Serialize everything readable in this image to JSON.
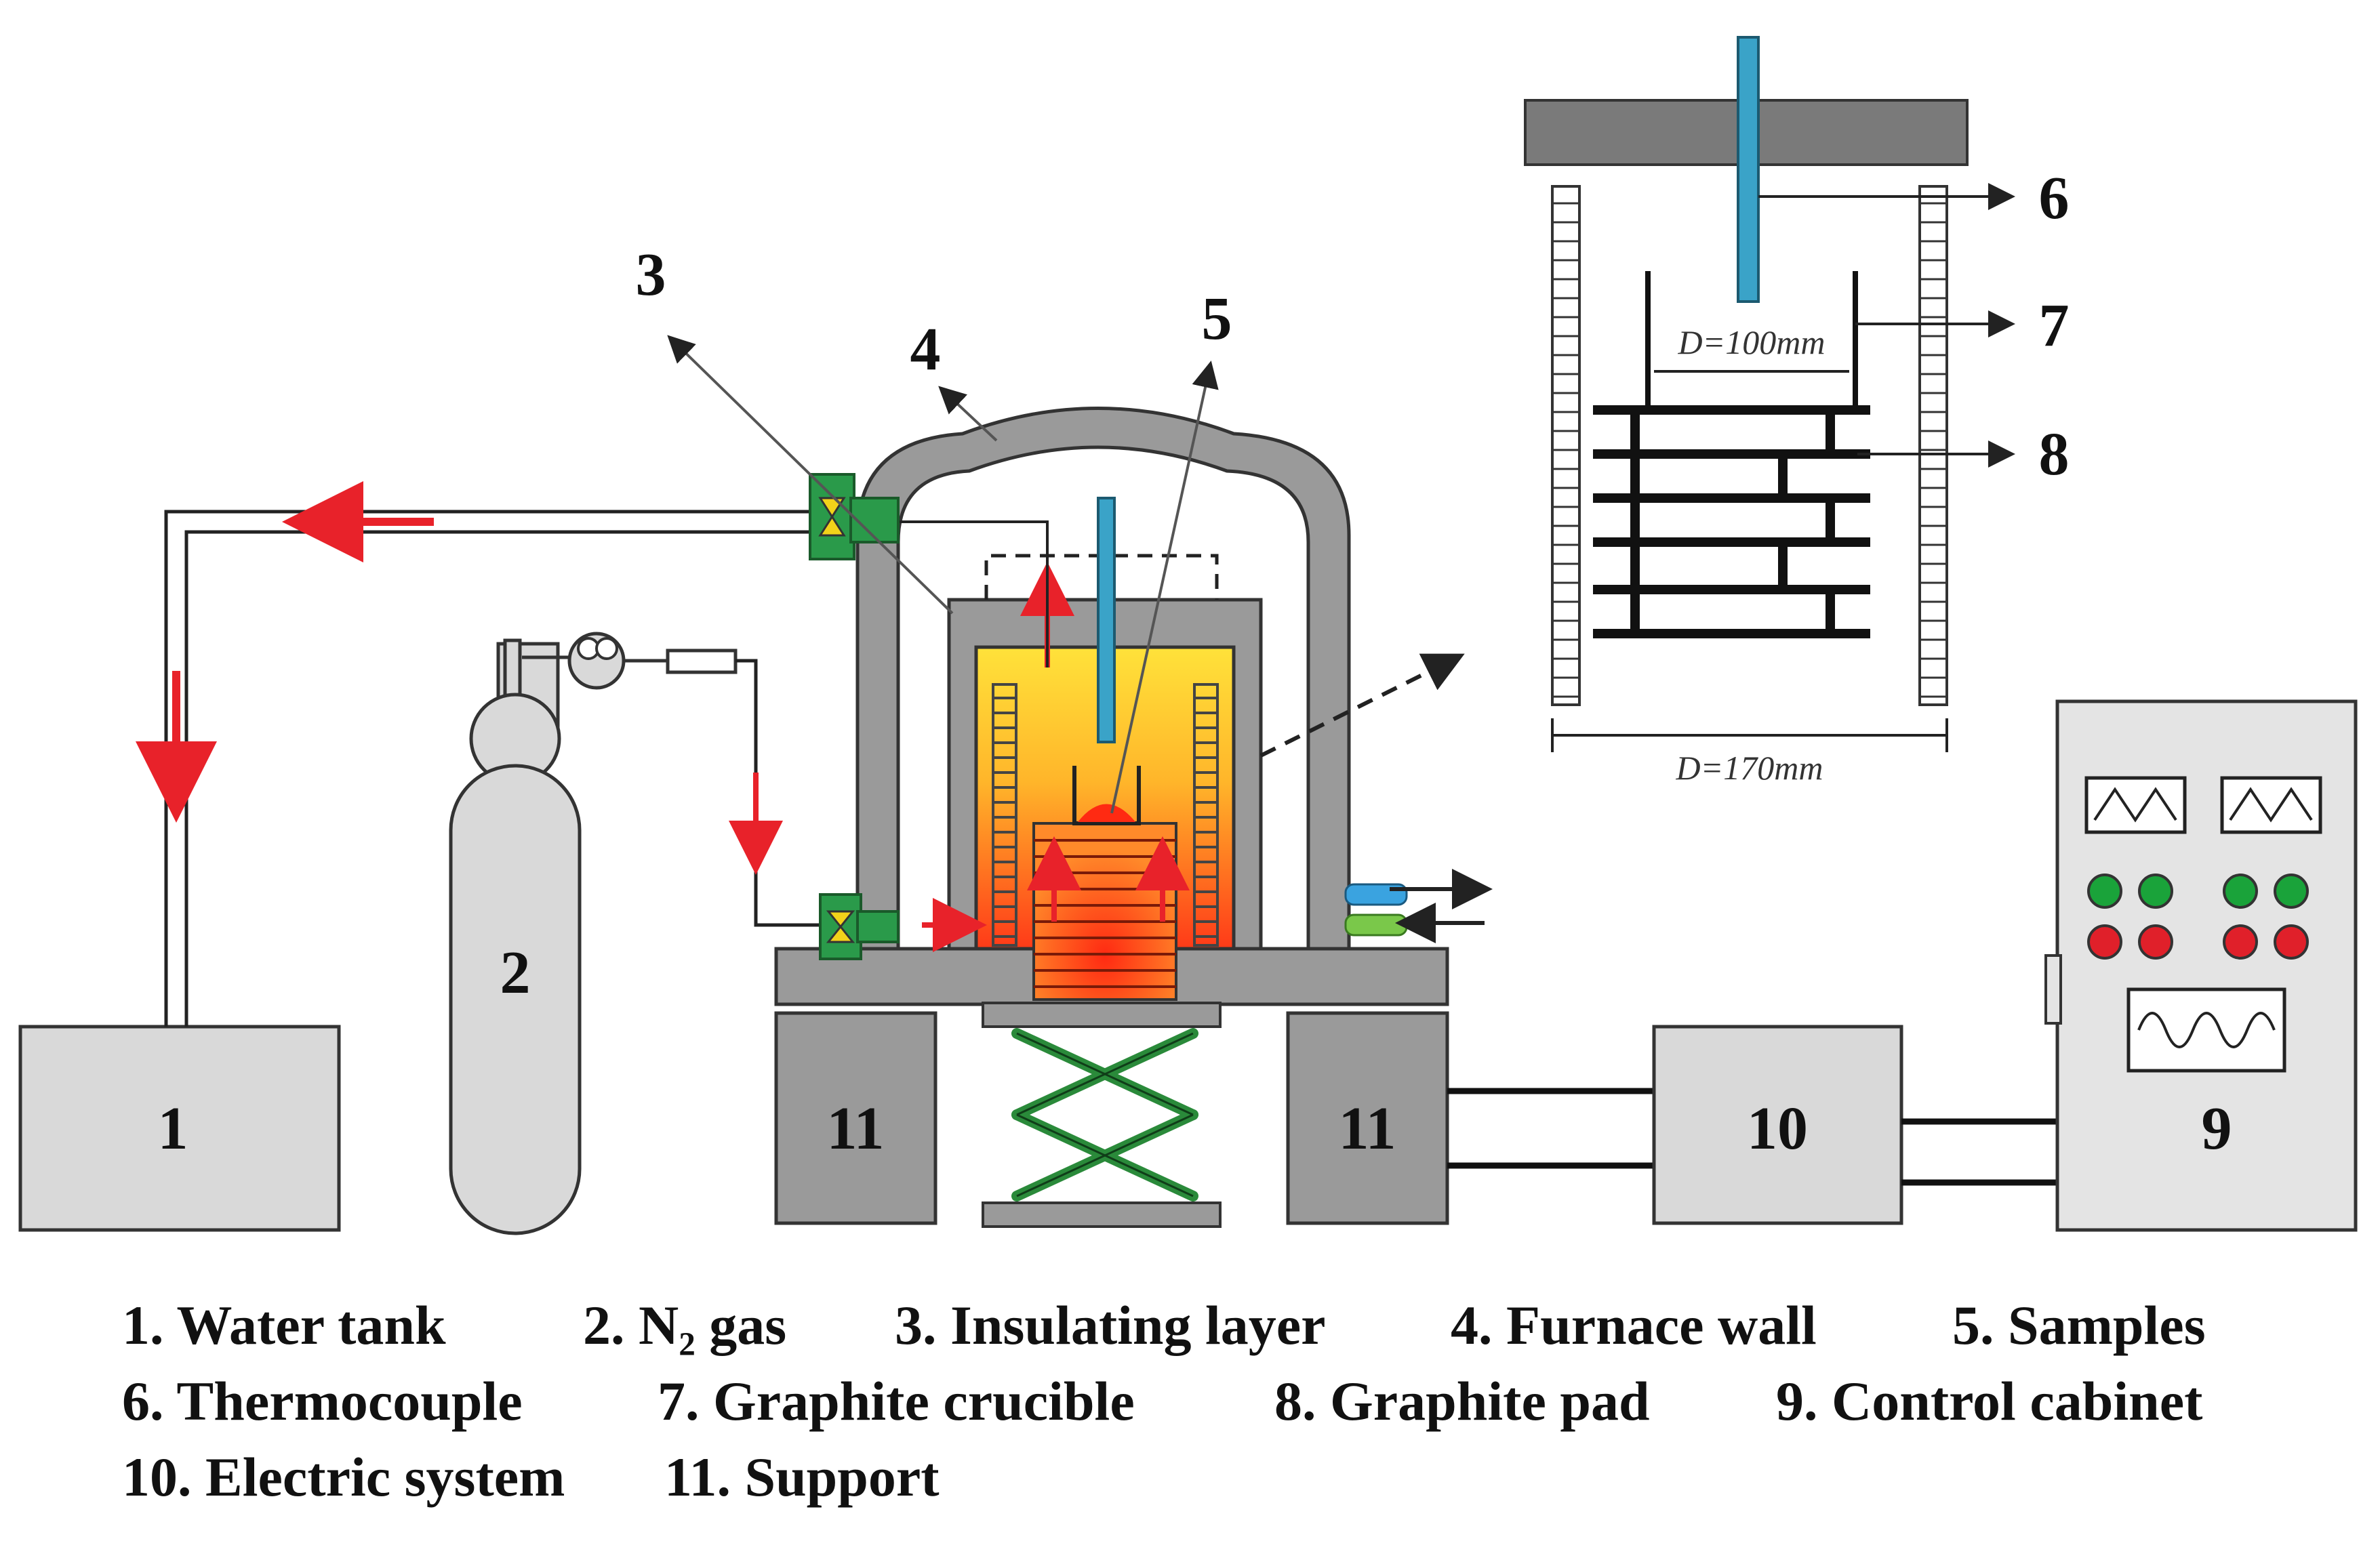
{
  "labels": {
    "water_tank": "1",
    "n2_gas": "2",
    "insulating_layer": "3",
    "furnace_wall": "4",
    "samples": "5",
    "thermocouple": "6",
    "graphite_crucible": "7",
    "graphite_pad": "8",
    "control_cabinet": "9",
    "electric_system": "10",
    "support_left": "11",
    "support_right": "11"
  },
  "dimensions": {
    "crucible_diameter": "D=100mm",
    "outer_diameter": "D=170mm"
  },
  "legend": {
    "row1": [
      "1. Water tank",
      "2. N₂ gas",
      "3. Insulating layer",
      "4. Furnace wall",
      "5. Samples"
    ],
    "row2": [
      "6. Thermocouple",
      "7. Graphite crucible",
      "8. Graphite pad",
      "9. Control cabinet"
    ],
    "row3": [
      "10. Electric system",
      "11. Support"
    ]
  },
  "colors": {
    "component_fill": "#d9d9d9",
    "structure_gray": "#9a9a9a",
    "hot_core": "#ff4a1c",
    "warm_zone": "#ffd21a",
    "thermocouple_blue": "#3aa3c8",
    "scissor_lift_green": "#2a8a3a",
    "flow_arrow_red": "#e8222a",
    "indicator_green": "#1aa33a",
    "indicator_red": "#e0202a"
  }
}
